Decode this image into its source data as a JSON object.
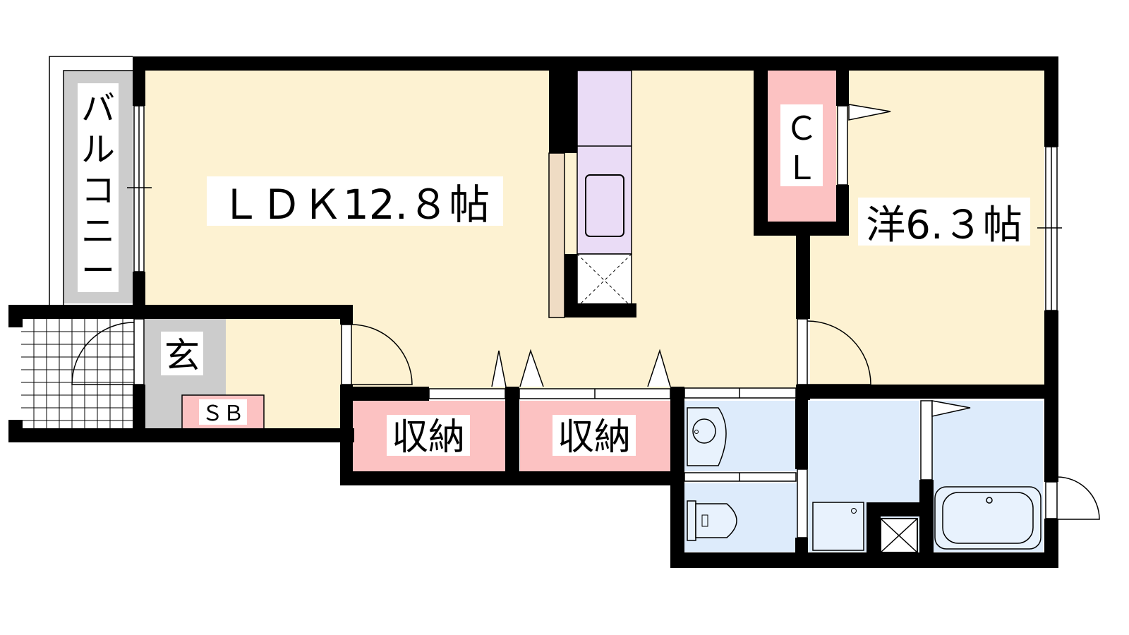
{
  "colors": {
    "wall": "#000000",
    "living": "#fdf2d2",
    "storage": "#fcc2c2",
    "wet": "#ddebfb",
    "kitchen": "#eadcf6",
    "counter": "#efdcc4",
    "genkan": "#cccccc",
    "balcony": "#cccccc",
    "fixture": "#e8f2fd",
    "line": "#000000"
  },
  "rooms": {
    "ldk": {
      "label": "ＬＤＫ12.８帖"
    },
    "western": {
      "label": "洋6.３帖"
    },
    "closet": {
      "label_top": "Ｃ",
      "label_bottom": "Ｌ"
    },
    "balcony": {
      "label": [
        "バ",
        "ル",
        "コ",
        "ニ",
        "ー"
      ]
    },
    "entrance": {
      "label": "玄"
    },
    "shoe_box": {
      "label": "ＳＢ"
    },
    "storage_1": {
      "label": "収納"
    },
    "storage_2": {
      "label": "収納"
    }
  },
  "fixtures": {
    "kitchen_sink": "sink-icon",
    "fridge_space": "refrigerator-space-icon",
    "washbasin": "washbasin-icon",
    "toilet": "toilet-icon",
    "washing_machine": "washing-machine-pan-icon",
    "bathtub": "bathtub-icon",
    "pipe_shaft": "pipe-shaft-icon"
  }
}
